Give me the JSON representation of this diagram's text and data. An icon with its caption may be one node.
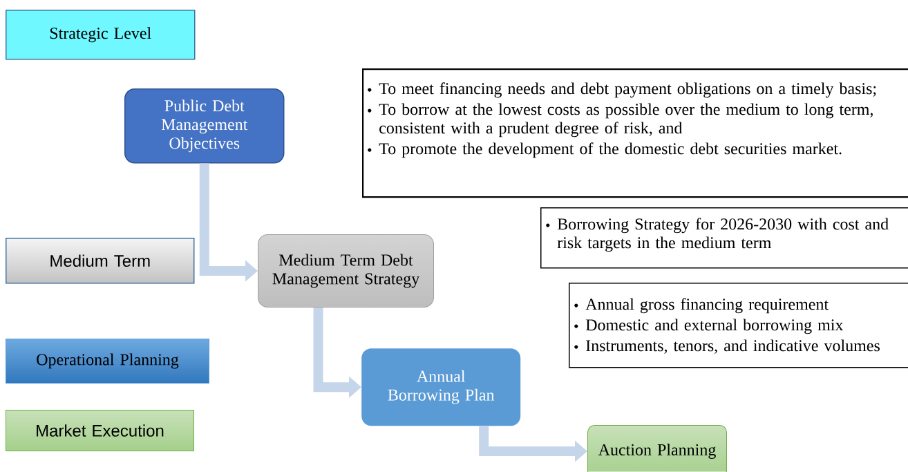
{
  "diagram": {
    "nodes": [
      {
        "text": [
          "Strategic Level"
        ]
      },
      {
        "text": [
          "Public Debt Management Objectives"
        ]
      },
      {
        "text": [
          "To meet financing needs and debt  payment obligations on a timely basis;",
          "To borrow at the lowest costs as possible over the medium to long term, consistent with a prudent degree of risk, and",
          "To promote the development of the domestic debt securities market."
        ]
      },
      {
        "text": [
          "Medium Term"
        ]
      },
      {
        "text": [
          "Medium Term Debt Management Strategy"
        ]
      },
      {
        "text": [
          "Borrowing Strategy for 2026-2030 with cost and risk targets in the medium term"
        ]
      },
      {
        "text": [
          "Operational Planning"
        ]
      },
      {
        "text": [
          "Annual Borrowing Plan"
        ]
      },
      {
        "text": [
          "Annual gross financing requirement",
          "Domestic and external borrowing mix",
          "Instruments, tenors, and indicative volumes"
        ]
      },
      {
        "text": [
          "Market Execution"
        ]
      },
      {
        "text": [
          "Auction Planning"
        ]
      }
    ],
    "edges": [
      {
        "from": 1,
        "to": 4,
        "arrow": "to"
      },
      {
        "from": 4,
        "to": 7,
        "arrow": "to"
      },
      {
        "from": 7,
        "to": 10,
        "arrow": "to"
      }
    ]
  }
}
